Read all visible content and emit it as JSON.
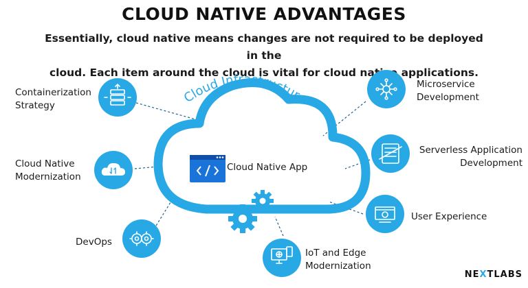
{
  "header": {
    "title": "CLOUD NATIVE ADVANTAGES",
    "subtitle_line1": "Essentially, cloud native means changes are not required to be deployed in the",
    "subtitle_line2": "cloud. Each item around the cloud is vital for cloud native applications."
  },
  "cloud": {
    "arc_text": "Cloud Infrastructure",
    "app_label": "Cloud Native App",
    "app_icon": "code-window-icon"
  },
  "nodes": [
    {
      "id": "containerization",
      "line1": "Containerization",
      "line2": "Strategy",
      "icon": "server-stack-icon"
    },
    {
      "id": "modernization",
      "line1": "Cloud Native",
      "line2": "Modernization",
      "icon": "cloud-transfer-icon"
    },
    {
      "id": "devops",
      "line1": "DevOps",
      "line2": "",
      "icon": "gears-icon"
    },
    {
      "id": "iot",
      "line1": "IoT and Edge",
      "line2": "Modernization",
      "icon": "devices-icon"
    },
    {
      "id": "user-experience",
      "line1": "User Experience",
      "line2": "",
      "icon": "ux-device-icon"
    },
    {
      "id": "serverless",
      "line1": "Serverless Application",
      "line2": "Development",
      "icon": "serverless-icon"
    },
    {
      "id": "microservice",
      "line1": "Microservice",
      "line2": "Development",
      "icon": "network-hub-icon"
    }
  ],
  "brand": {
    "part1": "NE",
    "x": "X",
    "part2": "TLABS"
  },
  "colors": {
    "accent": "#29a8e6",
    "dark_blue": "#1a73d9",
    "line": "#1f5f8b",
    "text": "#111111"
  }
}
